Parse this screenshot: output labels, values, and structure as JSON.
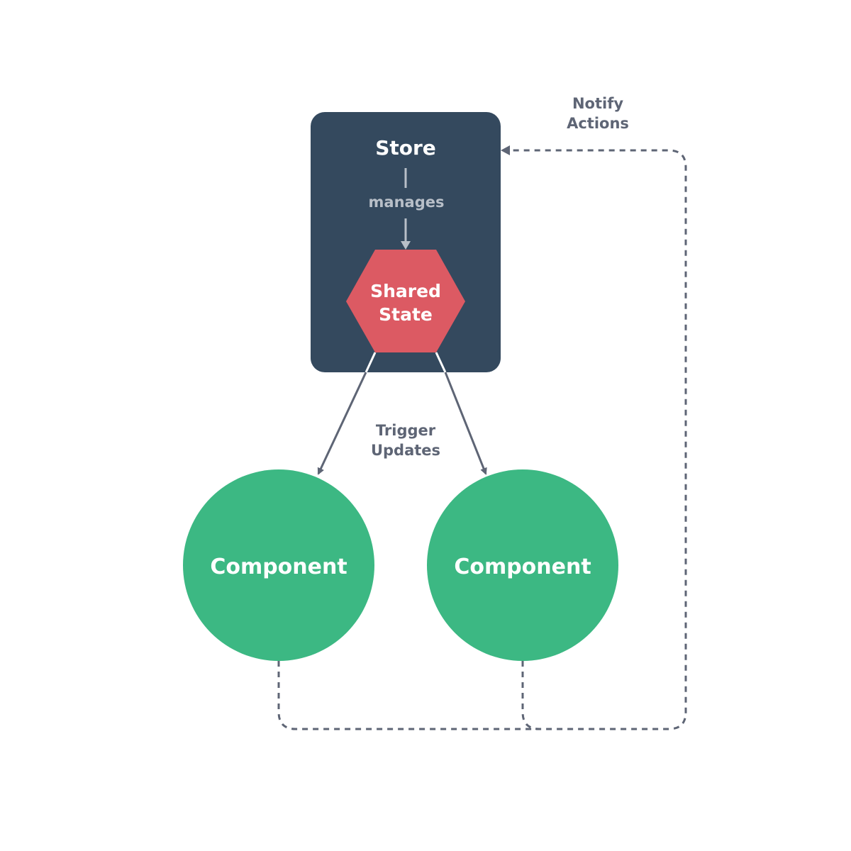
{
  "diagram": {
    "store": {
      "title": "Store"
    },
    "manages_label": "manages",
    "shared_state": {
      "line1": "Shared",
      "line2": "State"
    },
    "trigger_label": {
      "line1": "Trigger",
      "line2": "Updates"
    },
    "notify_label": {
      "line1": "Notify",
      "line2": "Actions"
    },
    "components": [
      {
        "label": "Component"
      },
      {
        "label": "Component"
      }
    ]
  },
  "colors": {
    "store": "#34495e",
    "shared_state": "#dc5a63",
    "component": "#3cb883",
    "arrow": "#5e6575",
    "manages_text": "#b8bfc8"
  }
}
